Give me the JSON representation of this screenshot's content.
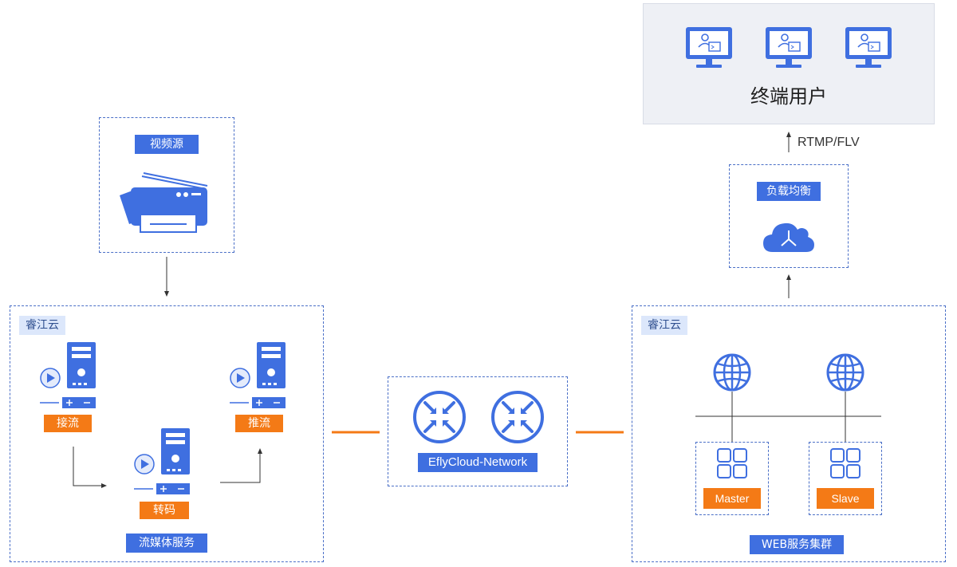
{
  "terminal": {
    "title": "终端用户",
    "protocol": "RTMP/FLV"
  },
  "load_balancer": {
    "label": "负载均衡"
  },
  "video_source": {
    "label": "视频源"
  },
  "left_cluster": {
    "tag": "睿江云",
    "ingest_label": "接流",
    "push_label": "推流",
    "transcode_label": "转码",
    "service_label": "流媒体服务"
  },
  "network": {
    "label": "EflyCloud-Network"
  },
  "right_cluster": {
    "tag": "睿江云",
    "master_label": "Master",
    "slave_label": "Slave",
    "service_label": "WEB服务集群"
  },
  "server_controls": {
    "plus": "+",
    "minus": "−"
  },
  "colors": {
    "primary": "#3f6fe0",
    "accent": "#f47a16",
    "border": "#4a6fc7"
  }
}
